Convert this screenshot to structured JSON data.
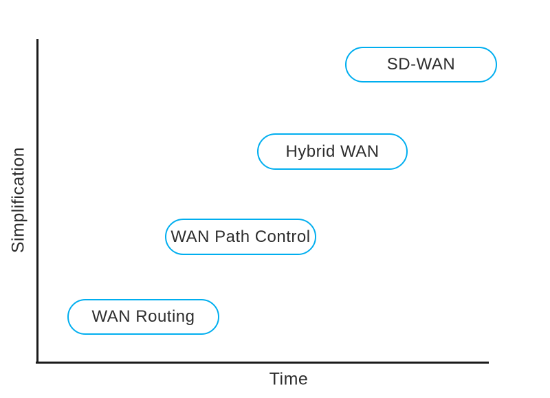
{
  "diagram": {
    "type": "evolution-diagram",
    "axes": {
      "x_label": "Time",
      "y_label": "Simplification"
    },
    "nodes": [
      {
        "id": "wan-routing",
        "label": "WAN Routing"
      },
      {
        "id": "wan-path-control",
        "label": "WAN Path Control"
      },
      {
        "id": "hybrid-wan",
        "label": "Hybrid WAN"
      },
      {
        "id": "sd-wan",
        "label": "SD-WAN"
      }
    ],
    "colors": {
      "node_border": "#00aeef",
      "text": "#2d2d2d",
      "axis": "#1a1a1a",
      "background": "#ffffff"
    }
  }
}
